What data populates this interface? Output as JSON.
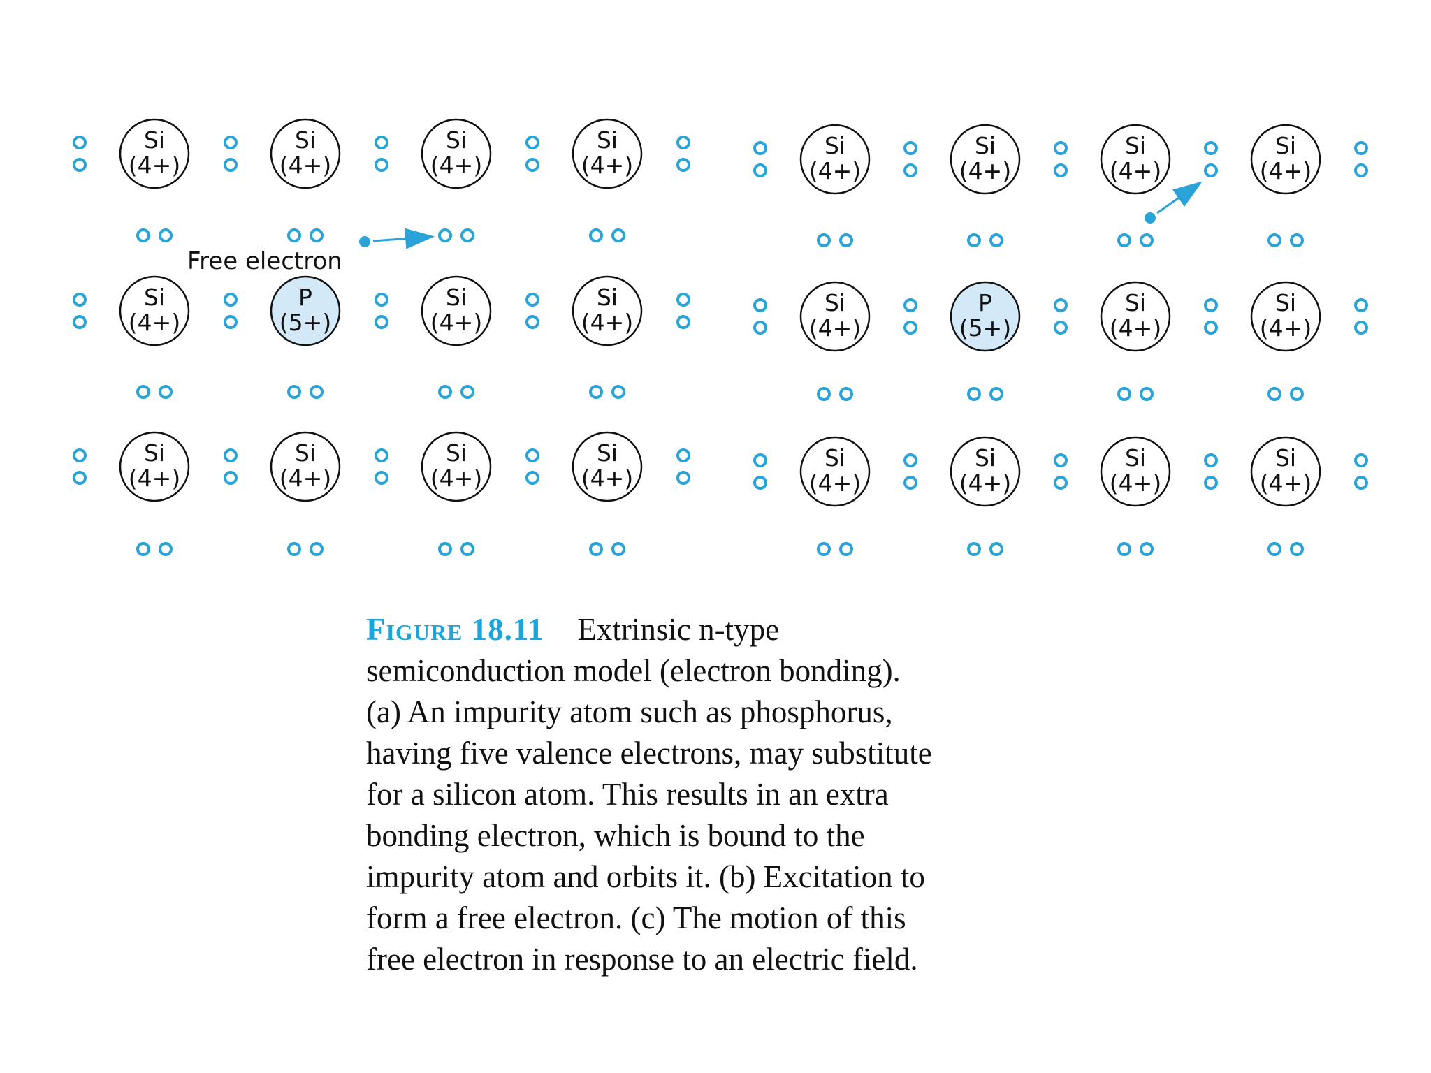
{
  "colors": {
    "electron": "#2aa3d9",
    "impurity_fill": "#d3e9f8",
    "atom_stroke": "#111111",
    "caption_accent": "#1aa6dc"
  },
  "atoms": {
    "silicon": {
      "symbol": "Si",
      "charge": "(4+)"
    },
    "phosphorus": {
      "symbol": "P",
      "charge": "(5+)"
    }
  },
  "panels": [
    {
      "rows": [
        [
          "Si",
          "Si",
          "Si",
          "Si"
        ],
        [
          "Si",
          "P",
          "Si",
          "Si"
        ],
        [
          "Si",
          "Si",
          "Si",
          "Si"
        ]
      ]
    },
    {
      "rows": [
        [
          "Si",
          "Si",
          "Si",
          "Si"
        ],
        [
          "Si",
          "P",
          "Si",
          "Si"
        ],
        [
          "Si",
          "Si",
          "Si",
          "Si"
        ]
      ]
    }
  ],
  "annotations": {
    "free_electron_label": "Free electron"
  },
  "caption": {
    "label": "Figure 18.11",
    "title": "Extrinsic n-type",
    "lines": [
      "semiconduction model (electron bonding).",
      "(a) An impurity atom such as phosphorus,",
      "having five valence electrons, may substitute",
      "for a silicon atom. This results in an extra",
      "bonding electron, which is bound to the",
      "impurity atom and orbits it. (b) Excitation to",
      "form a free electron. (c) The motion of this",
      "free electron in response to an electric field."
    ]
  }
}
